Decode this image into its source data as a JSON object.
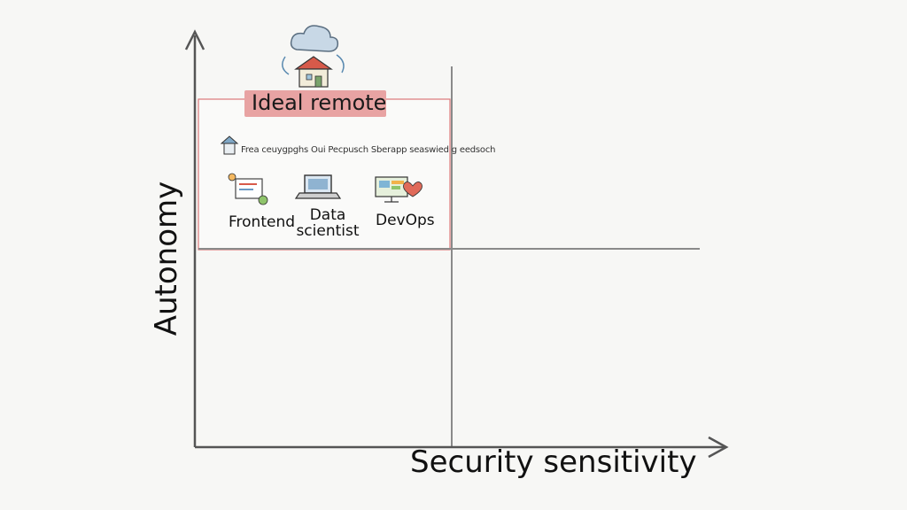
{
  "diagram": {
    "x_axis_label": "Security sensitivity",
    "y_axis_label": "Autonomy",
    "quadrant_title": "Ideal remote",
    "caption": "Frea ceuygpghs  Oui Pecpusch Sberapp seaswied g eedsoch",
    "roles": [
      {
        "id": "frontend",
        "label": "Frontend"
      },
      {
        "id": "data-scientist",
        "label": "Data scientist"
      },
      {
        "id": "devops",
        "label": "DevOps"
      }
    ],
    "colors": {
      "axis": "#555555",
      "grid": "#8a8a8a",
      "highlight": "#d96b6b",
      "banner": "#e8a3a3",
      "cloud": "#9fb7cc",
      "house_roof": "#d75a4a"
    },
    "icons": [
      "cloud-icon",
      "house-icon",
      "sync-arrows-icon",
      "small-house-icon",
      "design-board-icon",
      "laptop-icon",
      "monitor-dashboard-icon",
      "heart-icon"
    ]
  }
}
